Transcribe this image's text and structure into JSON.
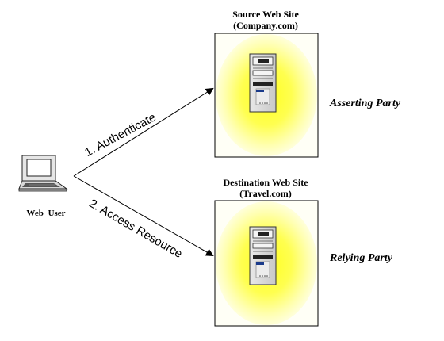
{
  "source_site": {
    "name": "Source Web Site",
    "domain": "(Company.com)",
    "role": "Asserting Party"
  },
  "destination_site": {
    "name": "Destination Web Site",
    "domain": "(Travel.com)",
    "role": "Relying Party"
  },
  "user": {
    "label": "Web User"
  },
  "steps": [
    {
      "label": "1.  Authenticate"
    },
    {
      "label": "2.  Access Resource"
    }
  ],
  "colors": {
    "glow_center": "#ffff1e",
    "glow_edge": "#fffff4",
    "outline": "#000000"
  }
}
